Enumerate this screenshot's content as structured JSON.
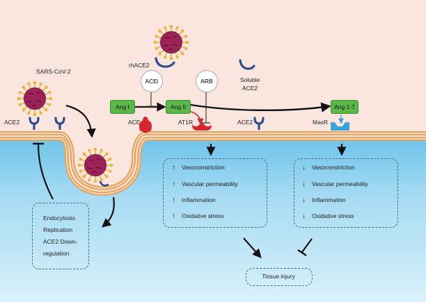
{
  "labels": {
    "sars_cov_2": "SARS-CoV-2",
    "rhace2": "rhACE2",
    "soluble_ace2": "Soluble\nACE2",
    "ace2_left": "ACE2",
    "ace2_mid": "ACE2",
    "ace": "ACE",
    "at1r": "AT1R",
    "masr": "MasR",
    "acei": "ACEi",
    "arb": "ARB"
  },
  "peptides": {
    "ang1": "Ang I",
    "ang2": "Ang II",
    "ang17": "Ang 1-7"
  },
  "effects_up": {
    "arrow": "↑",
    "items": [
      "Vasoconstriction",
      "Vascular permeability",
      "Inflammation",
      "Oxidative stress"
    ]
  },
  "effects_down": {
    "arrow": "↓",
    "items": [
      "Vasoconstriction",
      "Vascular permeability",
      "Inflammation",
      "Oxidative stress"
    ]
  },
  "viral_processes": [
    "Endocytosis",
    "Replication",
    "ACE2 Down-",
    "regulation"
  ],
  "outcome": "Tissue injury",
  "colors": {
    "extracellular": "#fbe6df",
    "membrane": "#e9a45c",
    "cytoplasm": "#a6dbf3",
    "virus": "#9b2358",
    "spike": "#f2b233",
    "receptor": "#2c4f8c",
    "peptide": "#5ab848",
    "at1r": "#d8262e",
    "masr": "#3aa3d8"
  }
}
